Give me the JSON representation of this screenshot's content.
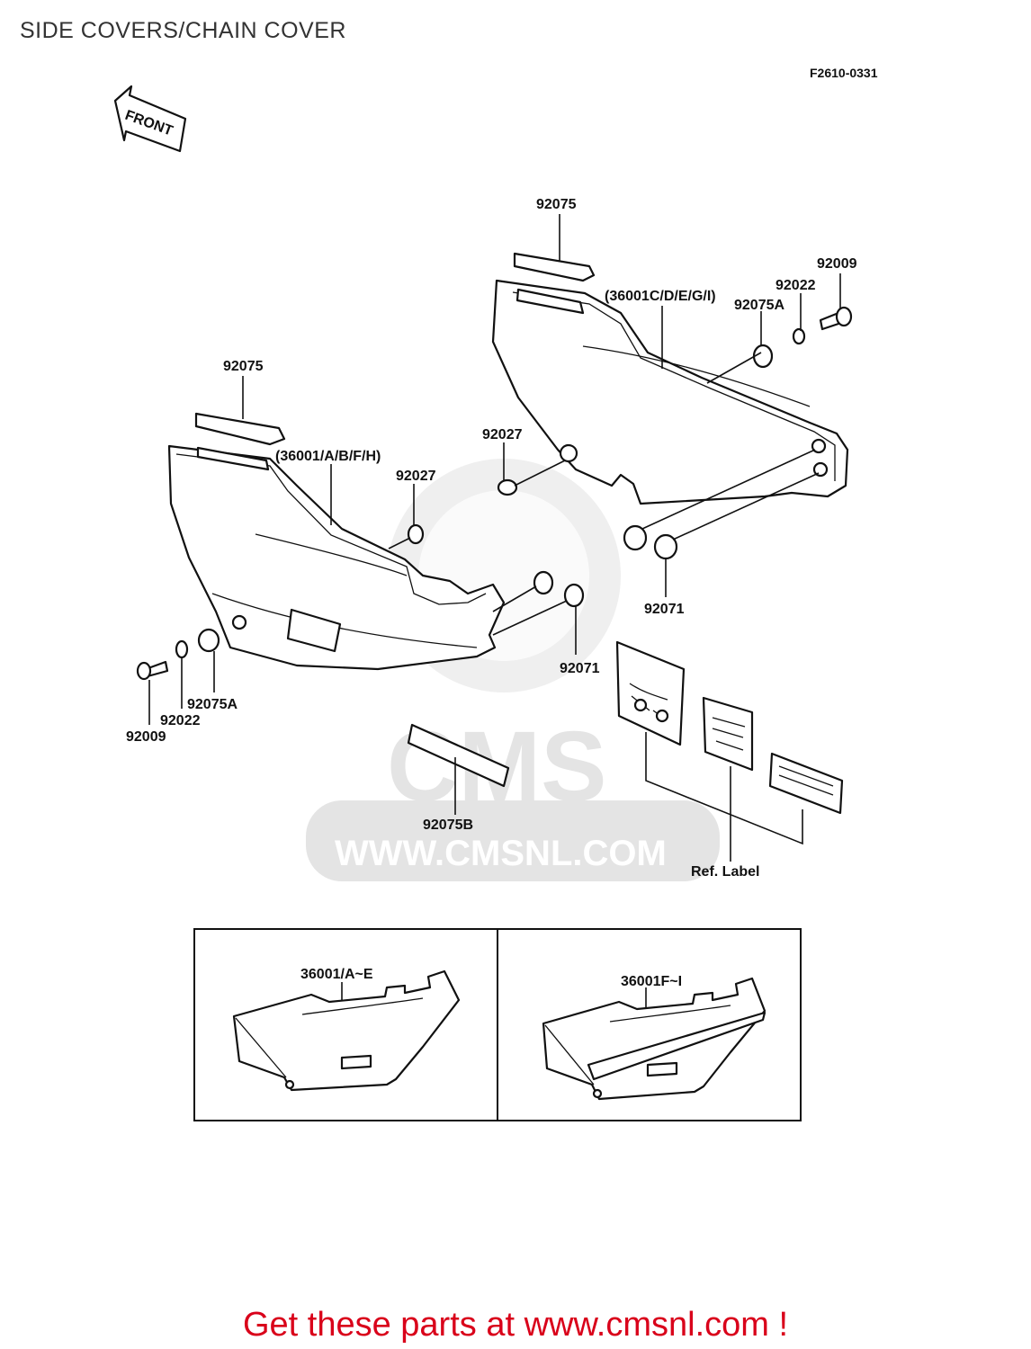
{
  "page_title": "SIDE COVERS/CHAIN COVER",
  "figure_code": "F2610-0331",
  "front_label": "FRONT",
  "watermark": {
    "brand": "CMS",
    "url": "WWW.CMSNL.COM"
  },
  "callouts": {
    "p92075_right": "92075",
    "p92009_right": "92009",
    "p92022_right": "92022",
    "p36001_right": "(36001C/D/E/G/I)",
    "p92075A_right": "92075A",
    "p92027_right": "92027",
    "p92071_right": "92071",
    "p92075_left": "92075",
    "p36001_left": "(36001/A/B/F/H)",
    "p92027_left": "92027",
    "p92071_left": "92071",
    "p92075A_left": "92075A",
    "p92022_left": "92022",
    "p92009_left": "92009",
    "p92075B": "92075B",
    "ref_label": "Ref. Label"
  },
  "inset": {
    "left_label": "36001/A~E",
    "right_label": "36001F~I"
  },
  "call_to_action": "Get these parts at www.cmsnl.com !",
  "colors": {
    "accent": "#d9001a",
    "line": "#111111",
    "watermark": "#e4e4e4"
  }
}
